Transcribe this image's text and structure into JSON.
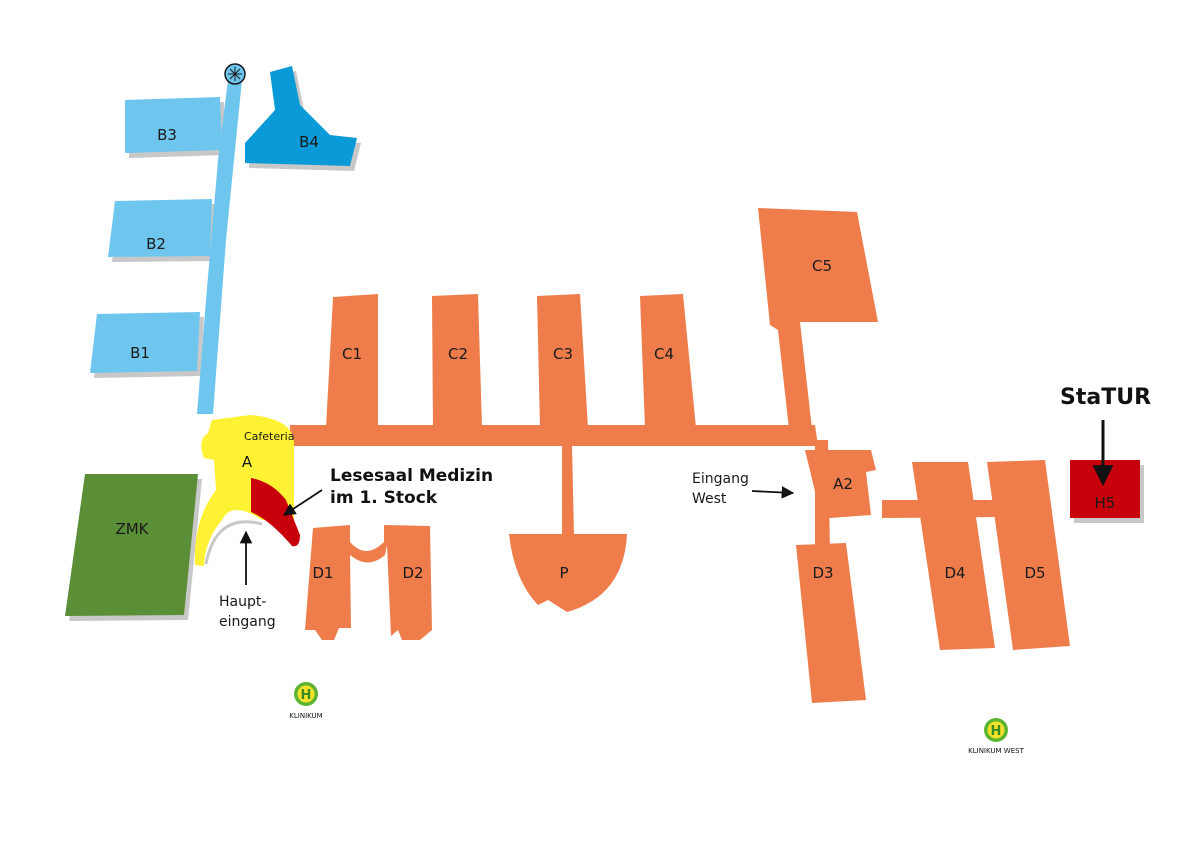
{
  "colors": {
    "blue_light": "#6ec6ee",
    "blue_dark": "#0a9ad8",
    "orange": "#ee7d4b",
    "yellow": "#fff235",
    "red": "#c8000b",
    "green": "#5b8f37",
    "shadow": "#c8c8c8",
    "stop_green": "#5cb531",
    "stop_yellow": "#f4e22a"
  },
  "buildings": {
    "b1": "B1",
    "b2": "B2",
    "b3": "B3",
    "b4": "B4",
    "c1": "C1",
    "c2": "C2",
    "c3": "C3",
    "c4": "C4",
    "c5": "C5",
    "a": "A",
    "a2": "A2",
    "d1": "D1",
    "d2": "D2",
    "d3": "D3",
    "d4": "D4",
    "d5": "D5",
    "p": "P",
    "h5": "H5",
    "zmk": "ZMK",
    "cafeteria": "Cafeteria"
  },
  "annotations": {
    "lesesaal_line1": "Lesesaal Medizin",
    "lesesaal_line2": "im 1. Stock",
    "haupt_line1": "Haupt-",
    "haupt_line2": "eingang",
    "west_line1": "Eingang",
    "west_line2": "West",
    "statur": "StaTUR"
  },
  "stops": {
    "klinikum": {
      "symbol": "H",
      "name": "KLINIKUM"
    },
    "klinikum_west": {
      "symbol": "H",
      "name": "KLINIKUM WEST"
    }
  }
}
